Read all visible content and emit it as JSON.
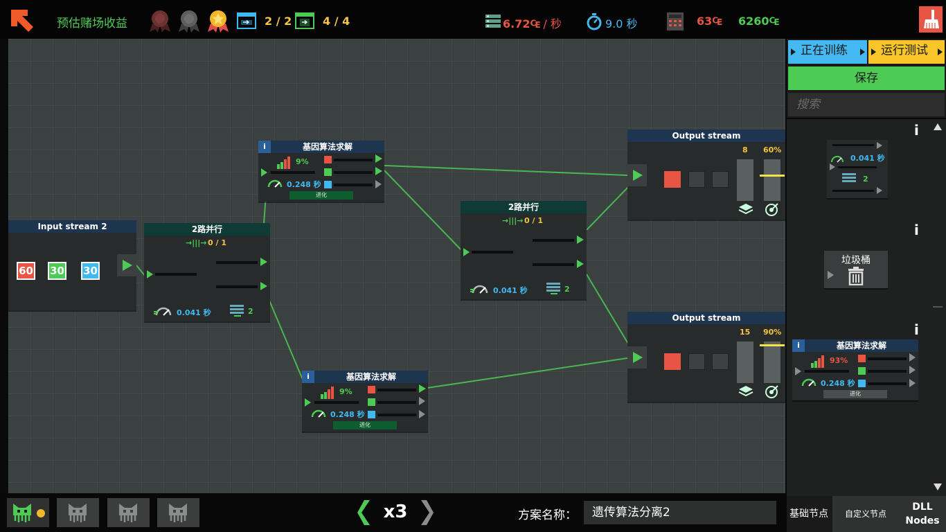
{
  "topbar": {
    "title": "预估赌场收益",
    "counter1": "2 / 2",
    "counter2": "4 / 4",
    "rate_value": "6.72",
    "rate_unit": "/ 秒",
    "time_value": "9.0 秒",
    "cost_value": "63",
    "money_value": "6260",
    "currency_symbol": "₠"
  },
  "colors": {
    "accent_green": "#4ecb55",
    "red": "#e85545",
    "cyan": "#42b8f0",
    "yellow": "#f5c542",
    "orange_logo": "#f05a2a"
  },
  "nodes": {
    "input": {
      "title": "Input stream 2",
      "values": [
        "60",
        "30",
        "30"
      ]
    },
    "parallel1": {
      "title": "2路并行",
      "count": "0 / 1",
      "speed": "0.041 秒",
      "stack": "2"
    },
    "genetic1": {
      "title": "基因算法求解",
      "percent": "9%",
      "speed": "0.248 秒",
      "evolve": "进化"
    },
    "genetic2": {
      "title": "基因算法求解",
      "percent": "9%",
      "speed": "0.248 秒",
      "evolve": "进化"
    },
    "parallel2": {
      "title": "2路并行",
      "count": "0 / 1",
      "speed": "0.041 秒",
      "stack": "2"
    },
    "output1": {
      "title": "Output stream",
      "count": "8",
      "percent": "60%"
    },
    "output2": {
      "title": "Output stream",
      "count": "15",
      "percent": "90%"
    }
  },
  "sidebar": {
    "training_btn": "正在训练",
    "test_btn": "运行测试",
    "save_btn": "保存",
    "search_placeholder": "搜索",
    "palette": {
      "speed": "0.041 秒",
      "stack": "2",
      "trash_label": "垃圾桶",
      "genetic_title": "基因算法求解",
      "genetic_percent": "93%",
      "genetic_speed": "0.248 秒",
      "genetic_evolve": "进化"
    },
    "tabs": [
      "基础节点",
      "自定义节点",
      "DLL Nodes"
    ]
  },
  "bottombar": {
    "speed_multiplier": "x3",
    "scheme_label": "方案名称：",
    "scheme_name": "遗传算法分离2"
  }
}
